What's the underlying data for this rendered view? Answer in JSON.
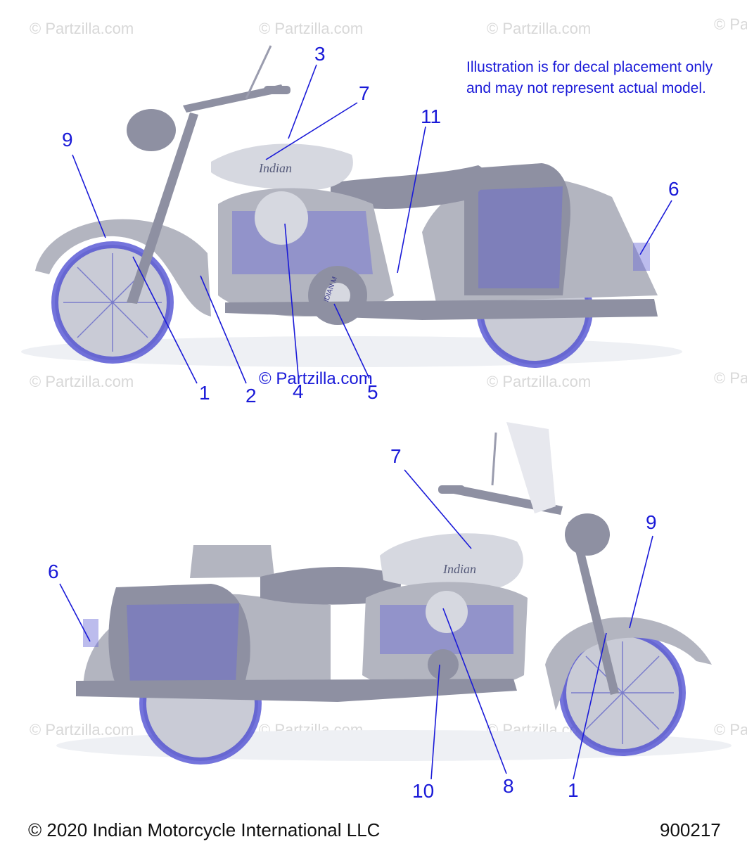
{
  "watermark": "© Partzilla.com",
  "note_line1": "Illustration is for decal placement only",
  "note_line2": "and may not represent actual model.",
  "footer": {
    "copyright": "© 2020 Indian Motorcycle International LLC",
    "diagram_number": "900217"
  },
  "tank_script": "Indian",
  "engine_badge": "INDIAN M",
  "callouts_top": [
    "1",
    "2",
    "3",
    "4",
    "5",
    "6",
    "7",
    "9",
    "11"
  ],
  "callouts_bottom": [
    "1",
    "6",
    "7",
    "8",
    "9",
    "10"
  ],
  "colors": {
    "callout": "#1a1ad8",
    "motorcycle": "#b3b5c0",
    "watermark": "#d8d8d8"
  }
}
